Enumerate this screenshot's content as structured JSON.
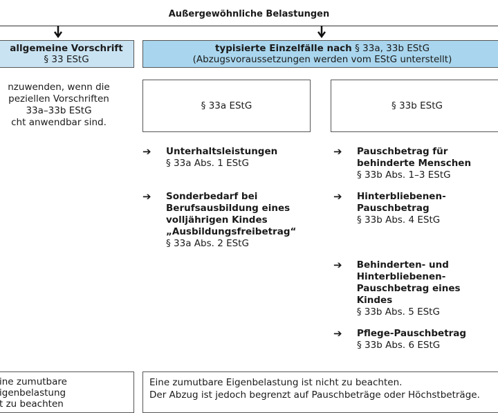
{
  "title": "Außergewöhnliche Belastungen",
  "general": {
    "heading": "allgemeine Vorschrift",
    "law": "§ 33 EStG",
    "note": [
      "nzuwenden, wenn die",
      "peziellen Vorschriften",
      "33a–33b EStG",
      "cht anwendbar sind."
    ],
    "bottom": [
      "ine zumutbare",
      "igenbelastung",
      "t zu beachten"
    ]
  },
  "typical": {
    "heading": "typisierte Einzelfälle nach",
    "heading_law": "§ 33a, 33b EStG",
    "subtitle": "(Abzugsvoraussetzungen werden vom EStG unterstellt)",
    "a": {
      "label": "§ 33a EStG",
      "items": [
        {
          "title": [
            "Unterhaltsleistungen"
          ],
          "law": "§ 33a Abs. 1 EStG"
        },
        {
          "title": [
            "Sonderbedarf bei",
            "Berufsausbildung eines",
            "volljährigen Kindes",
            "„Ausbildungsfreibetrag“"
          ],
          "law": "§ 33a Abs. 2 EStG"
        }
      ]
    },
    "b": {
      "label": "§ 33b EStG",
      "items": [
        {
          "title": [
            "Pauschbetrag für",
            "behinderte Menschen"
          ],
          "law": "§ 33b Abs. 1–3 EStG"
        },
        {
          "title": [
            "Hinterbliebenen-",
            "Pauschbetrag"
          ],
          "law": "§ 33b Abs. 4 EStG"
        },
        {
          "title": [
            "Behinderten- und",
            "Hinterbliebenen-",
            "Pauschbetrag eines Kindes"
          ],
          "law": "§ 33b Abs. 5 EStG"
        },
        {
          "title": [
            "Pflege-Pauschbetrag"
          ],
          "law": "§ 33b Abs. 6 EStG"
        }
      ]
    },
    "bottom": [
      "Eine zumutbare Eigenbelastung ist nicht zu beachten.",
      "Der Abzug ist jedoch begrenzt auf Pauschbeträge oder Höchstbeträge."
    ]
  },
  "arrow_symbol": "➔"
}
